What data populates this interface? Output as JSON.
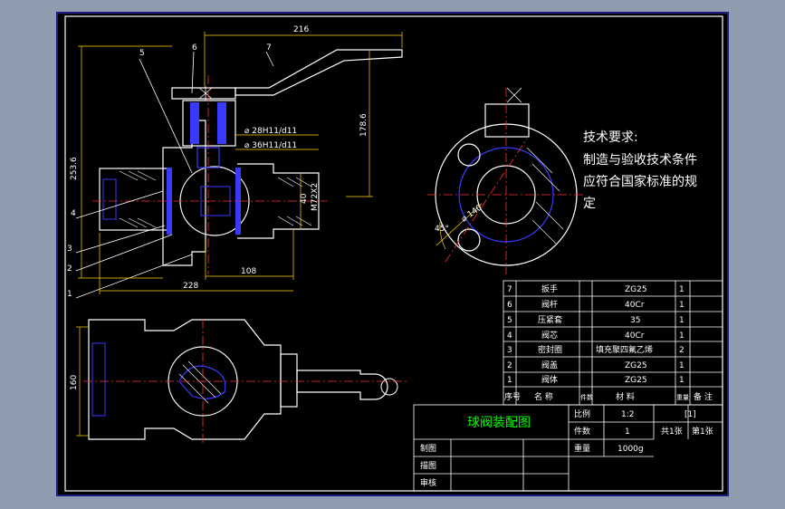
{
  "dimensions": {
    "d_216": "216",
    "d_2536": "253.6",
    "d_1786": "178.6",
    "d_108": "108",
    "d_228": "228",
    "d_160": "160",
    "d_40": "40",
    "d_m72": "M72X2",
    "d_28h": "⌀ 28H11/d11",
    "d_36h": "⌀ 36H11/d11",
    "d_140": "⌀ 140",
    "d_45": "45°"
  },
  "balloons": {
    "b1": "1",
    "b2": "2",
    "b3": "3",
    "b4": "4",
    "b5": "5",
    "b6": "6",
    "b7": "7"
  },
  "requirements": {
    "title": "技术要求:",
    "line1": "制造与验收技术条件",
    "line2": "应符合国家标准的规",
    "line3": "定"
  },
  "bom": {
    "rows": [
      {
        "no": "7",
        "name": "扳手",
        "material": "ZG25",
        "qty": "1"
      },
      {
        "no": "6",
        "name": "阀杆",
        "material": "40Cr",
        "qty": "1"
      },
      {
        "no": "5",
        "name": "压紧套",
        "material": "35",
        "qty": "1"
      },
      {
        "no": "4",
        "name": "阀芯",
        "material": "40Cr",
        "qty": "1"
      },
      {
        "no": "3",
        "name": "密封圈",
        "material": "填充聚四氟乙烯",
        "qty": "2"
      },
      {
        "no": "2",
        "name": "阀盖",
        "material": "ZG25",
        "qty": "1"
      },
      {
        "no": "1",
        "name": "阀体",
        "material": "ZG25",
        "qty": "1"
      }
    ],
    "header": {
      "no": "序号",
      "name": "名  称",
      "count": "件数",
      "material": "材  料",
      "weight": "重量",
      "remark": "备 注"
    }
  },
  "title_block": {
    "drawing_name": "球阀装配图",
    "scale_label": "比例",
    "scale_value": "1:2",
    "count_label": "件数",
    "count_value": "1",
    "weight_label": "重量",
    "weight_value": "1000g",
    "code": "[1]",
    "sheets_total": "共1张",
    "sheet_no": "第1张",
    "drafted": "制图",
    "traced": "描图",
    "checked": "审核"
  },
  "colors": {
    "background": "#000000",
    "outline": "#ffffff",
    "section_blue": "#3a3aff",
    "centerline": "#ff3030",
    "dimension": "#ffd700",
    "hatch": "#ffffff",
    "title_green": "#00ff00"
  }
}
